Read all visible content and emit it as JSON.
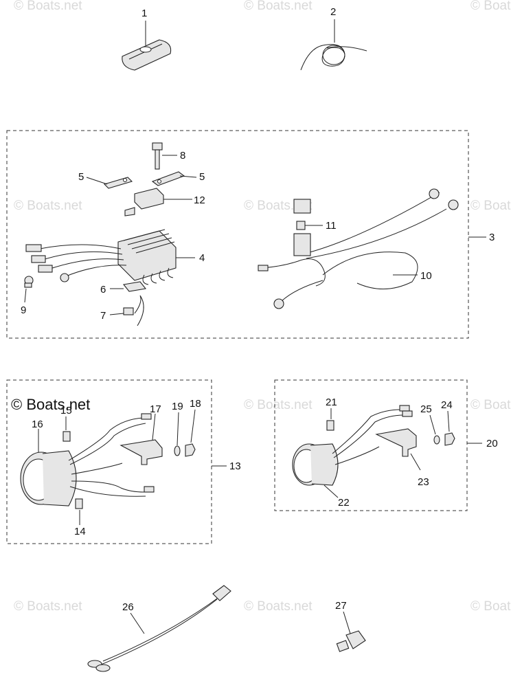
{
  "diagram": {
    "watermark": "© Boats.net",
    "callouts": [
      {
        "id": "c1",
        "text": "1"
      },
      {
        "id": "c2",
        "text": "2"
      },
      {
        "id": "c3",
        "text": "3"
      },
      {
        "id": "c4",
        "text": "4"
      },
      {
        "id": "c5a",
        "text": "5"
      },
      {
        "id": "c5b",
        "text": "5"
      },
      {
        "id": "c6",
        "text": "6"
      },
      {
        "id": "c7",
        "text": "7"
      },
      {
        "id": "c8",
        "text": "8"
      },
      {
        "id": "c9",
        "text": "9"
      },
      {
        "id": "c10",
        "text": "10"
      },
      {
        "id": "c11",
        "text": "11"
      },
      {
        "id": "c12",
        "text": "12"
      },
      {
        "id": "c13",
        "text": "13"
      },
      {
        "id": "c14",
        "text": "14"
      },
      {
        "id": "c15",
        "text": "15"
      },
      {
        "id": "c16",
        "text": "16"
      },
      {
        "id": "c17",
        "text": "17"
      },
      {
        "id": "c18",
        "text": "18"
      },
      {
        "id": "c19",
        "text": "19"
      },
      {
        "id": "c20",
        "text": "20"
      },
      {
        "id": "c21",
        "text": "21"
      },
      {
        "id": "c22",
        "text": "22"
      },
      {
        "id": "c23",
        "text": "23"
      },
      {
        "id": "c24",
        "text": "24"
      },
      {
        "id": "c25",
        "text": "25"
      },
      {
        "id": "c26",
        "text": "26"
      },
      {
        "id": "c27",
        "text": "27"
      }
    ]
  }
}
